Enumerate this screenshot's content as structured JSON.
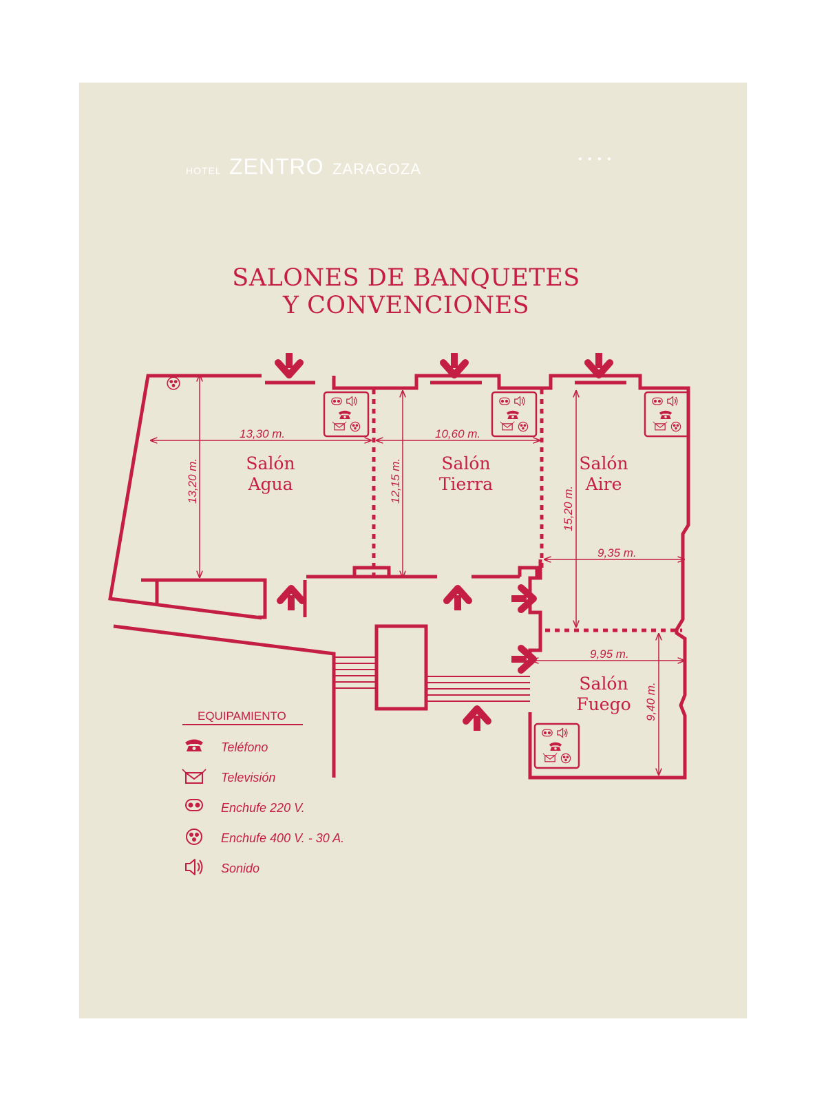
{
  "brand": {
    "hotel": "HOTEL",
    "name": "ZENTRO",
    "city": "ZARAGOZA",
    "stars": "• • • •"
  },
  "title": {
    "line1": "SALONES DE BANQUETES",
    "line2": "Y CONVENCIONES"
  },
  "rooms": [
    {
      "line1": "Salón",
      "line2": "Agua"
    },
    {
      "line1": "Salón",
      "line2": "Tierra"
    },
    {
      "line1": "Salón",
      "line2": "Aire"
    },
    {
      "line1": "Salón",
      "line2": "Fuego"
    }
  ],
  "dimensions": {
    "agua_width": "13,30 m.",
    "agua_depth": "13,20 m.",
    "tierra_width": "10,60 m.",
    "tierra_depth": "12,15 m.",
    "aire_depth": "15,20 m.",
    "aire_width": "9,35 m.",
    "fuego_width": "9,95 m.",
    "fuego_depth": "9,40 m."
  },
  "legend": {
    "heading": "EQUIPAMIENTO",
    "items": [
      {
        "icon": "telephone-icon",
        "label": "Teléfono"
      },
      {
        "icon": "television-icon",
        "label": "Televisión"
      },
      {
        "icon": "socket-220-icon",
        "label": "Enchufe 220 V."
      },
      {
        "icon": "socket-400-icon",
        "label": "Enchufe 400 V. - 30 A."
      },
      {
        "icon": "speaker-icon",
        "label": "Sonido"
      }
    ]
  },
  "colors": {
    "accent": "#c41e45",
    "background": "#ebe7d6",
    "page": "#ffffff"
  }
}
